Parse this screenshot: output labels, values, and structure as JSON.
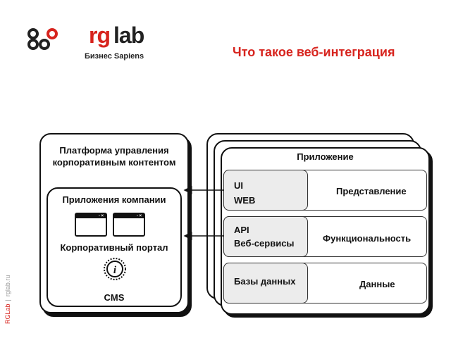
{
  "header": {
    "logo_rg": "rg",
    "logo_lab": "lab",
    "logo_sub": "Бизнес Sapiens",
    "title": "Что такое веб-интеграция"
  },
  "side": {
    "brand": "RGLab",
    "sep": "|",
    "url": "rglab.ru"
  },
  "left_box": {
    "title_line1": "Платформа управления",
    "title_line2": "корпоративным контентом",
    "inner_title": "Приложения компании",
    "portal_label": "Корпоративный портал",
    "cms_label": "CMS",
    "window_buttons": "▫ ×"
  },
  "right_box": {
    "title": "Приложение",
    "layers": [
      {
        "left_line1": "UI",
        "left_line2": "WEB",
        "right": "Представление"
      },
      {
        "left_line1": "API",
        "left_line2": "Веб-сервисы",
        "right": "Функциональность"
      },
      {
        "left_line1": "Базы данных",
        "left_line2": "",
        "right": "Данные"
      }
    ]
  },
  "colors": {
    "accent": "#d7241e",
    "ink": "#111111",
    "layer_fill": "#ececec"
  }
}
